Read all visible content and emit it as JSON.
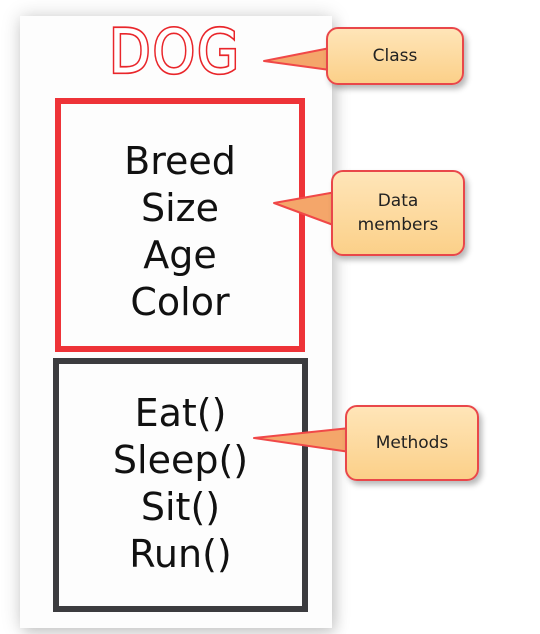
{
  "diagram": {
    "class_name": "DOG",
    "data_members": [
      "Breed",
      "Size",
      "Age",
      "Color"
    ],
    "methods": [
      "Eat()",
      "Sleep()",
      "Sit()",
      "Run()"
    ],
    "callouts": {
      "class": "Class",
      "data_members_line1": "Data",
      "data_members_line2": "members",
      "methods": "Methods"
    },
    "colors": {
      "class_title": "#e9262b",
      "data_box_border": "#ee3338",
      "methods_box_border": "#3c3c3f",
      "callout_fill": "#fcd792",
      "callout_border": "#e9474a",
      "pointer_line": "#f04848"
    }
  }
}
